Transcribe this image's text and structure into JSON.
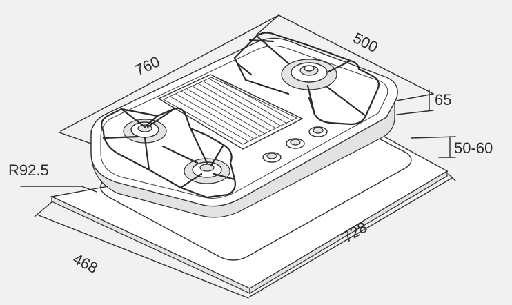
{
  "dimensions": {
    "hob_width": "760",
    "hob_depth": "500",
    "hob_height": "65",
    "cutout_width": "728",
    "cutout_depth": "468",
    "cutout_height": "50-60",
    "corner_radius": "R92.5"
  }
}
